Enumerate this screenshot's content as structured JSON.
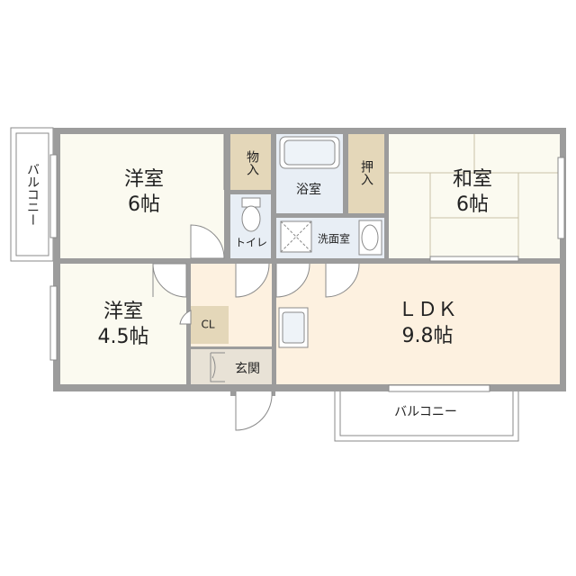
{
  "rooms": {
    "western1": {
      "name": "洋室",
      "size": "6帖"
    },
    "western2": {
      "name": "洋室",
      "size": "4.5帖"
    },
    "japanese": {
      "name": "和室",
      "size": "6帖"
    },
    "ldk": {
      "name": "ＬＤＫ",
      "size": "9.8帖"
    },
    "storage": "物入",
    "bath": "浴室",
    "closet_jp": "押入",
    "toilet": "トイレ",
    "washroom": "洗面室",
    "cl": "CL",
    "entrance": "玄関",
    "balcony_left": "バルコニー",
    "balcony_bottom": "バルコニー"
  },
  "colors": {
    "wall": "#9c9c9c",
    "floor_white": "#fbfaf0",
    "floor_ldk": "#fdf1e0",
    "floor_storage": "#e4d7b9",
    "floor_wet": "#e8eef5",
    "floor_entrance": "#e8e2d6"
  }
}
